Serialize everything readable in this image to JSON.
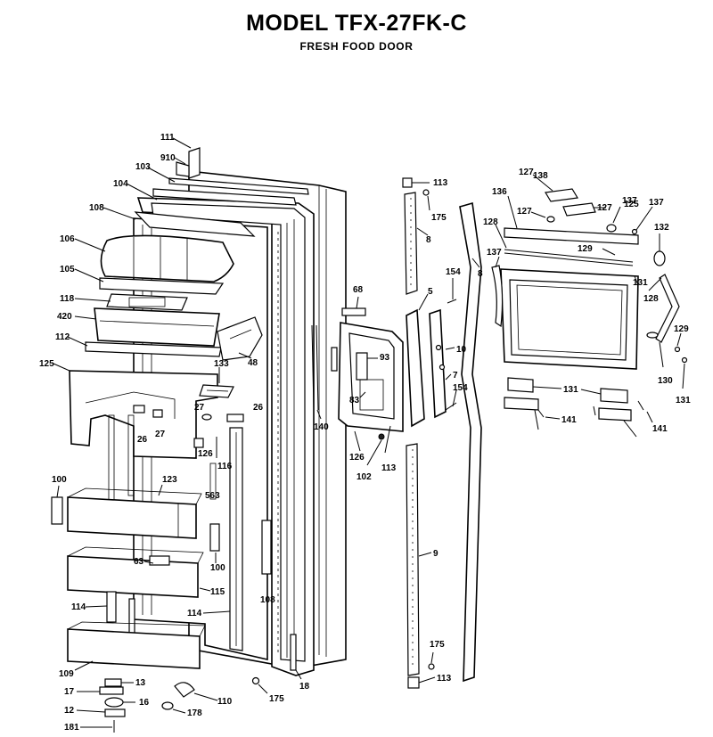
{
  "title": "MODEL TFX-27FK-C",
  "subtitle": "FRESH FOOD DOOR",
  "callouts": [
    "111",
    "910",
    "103",
    "104",
    "108",
    "106",
    "105",
    "118",
    "420",
    "112",
    "125",
    "133",
    "48",
    "27",
    "26",
    "26",
    "27",
    "126",
    "116",
    "563",
    "123",
    "100",
    "63",
    "100",
    "115",
    "114",
    "114",
    "108",
    "109",
    "13",
    "17",
    "16",
    "12",
    "181",
    "178",
    "110",
    "175",
    "18",
    "140",
    "68",
    "93",
    "83",
    "126",
    "113",
    "102",
    "113",
    "175",
    "8",
    "5",
    "154",
    "10",
    "7",
    "154",
    "8",
    "9",
    "175",
    "113",
    "127",
    "136",
    "127",
    "127",
    "138",
    "137",
    "137",
    "128",
    "137",
    "129",
    "125",
    "132",
    "131",
    "128",
    "129",
    "130",
    "131",
    "131",
    "141",
    "141"
  ]
}
